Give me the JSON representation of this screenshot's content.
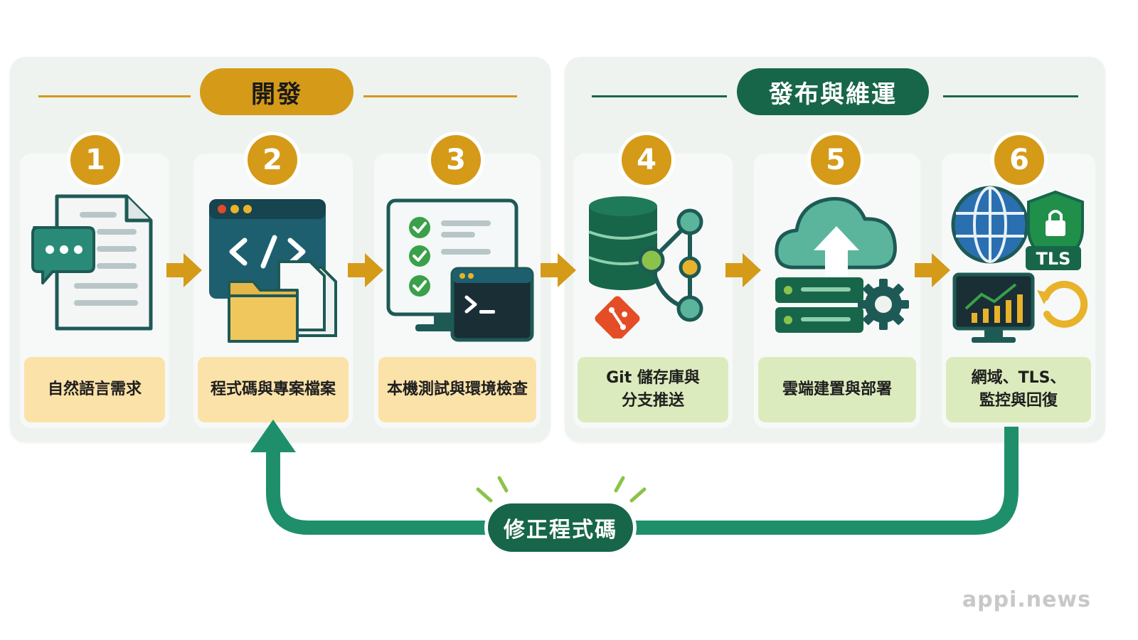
{
  "sections": {
    "dev": {
      "title": "開發",
      "color": "#d49a18"
    },
    "ops": {
      "title": "發布與維運",
      "color": "#17664a"
    }
  },
  "steps": [
    {
      "number": "1",
      "label": "自然語言需求",
      "icon": "document-chat-icon"
    },
    {
      "number": "2",
      "label": "程式碼與專案檔案",
      "icon": "code-window-folder-icon"
    },
    {
      "number": "3",
      "label": "本機測試與環境檢查",
      "icon": "checklist-terminal-icon"
    },
    {
      "number": "4",
      "label": "Git 儲存庫與\n分支推送",
      "icon": "git-repository-branch-icon"
    },
    {
      "number": "5",
      "label": "雲端建置與部署",
      "icon": "cloud-upload-server-icon"
    },
    {
      "number": "6",
      "label": "網域、TLS、\n監控與回復",
      "icon": "globe-tls-monitor-icon"
    }
  ],
  "tls_badge": "TLS",
  "loop": {
    "label": "修正程式碼",
    "color": "#1f8f6b"
  },
  "watermark": "appi.news",
  "colors": {
    "accent_gold": "#d49a18",
    "accent_green": "#17664a",
    "teal": "#1f8f6b"
  }
}
